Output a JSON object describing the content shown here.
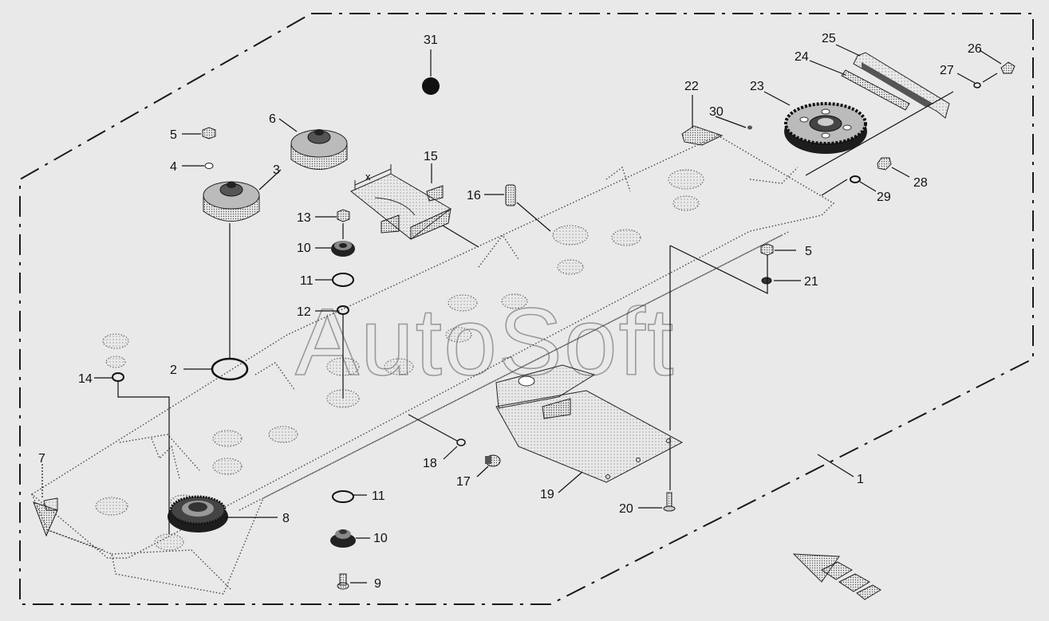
{
  "watermark": "AutoSoft",
  "callouts": [
    {
      "id": "c1",
      "label": "1"
    },
    {
      "id": "c2",
      "label": "2"
    },
    {
      "id": "c3",
      "label": "3"
    },
    {
      "id": "c4",
      "label": "4"
    },
    {
      "id": "c5a",
      "label": "5"
    },
    {
      "id": "c5b",
      "label": "5"
    },
    {
      "id": "c6",
      "label": "6"
    },
    {
      "id": "c7",
      "label": "7"
    },
    {
      "id": "c8",
      "label": "8"
    },
    {
      "id": "c9",
      "label": "9"
    },
    {
      "id": "c10a",
      "label": "10"
    },
    {
      "id": "c10b",
      "label": "10"
    },
    {
      "id": "c11a",
      "label": "11"
    },
    {
      "id": "c11b",
      "label": "11"
    },
    {
      "id": "c12",
      "label": "12"
    },
    {
      "id": "c13",
      "label": "13"
    },
    {
      "id": "c14",
      "label": "14"
    },
    {
      "id": "c15",
      "label": "15"
    },
    {
      "id": "c16",
      "label": "16"
    },
    {
      "id": "c17",
      "label": "17"
    },
    {
      "id": "c18",
      "label": "18"
    },
    {
      "id": "c19",
      "label": "19"
    },
    {
      "id": "c20",
      "label": "20"
    },
    {
      "id": "c21",
      "label": "21"
    },
    {
      "id": "c22",
      "label": "22"
    },
    {
      "id": "c23",
      "label": "23"
    },
    {
      "id": "c24",
      "label": "24"
    },
    {
      "id": "c25",
      "label": "25"
    },
    {
      "id": "c26",
      "label": "26"
    },
    {
      "id": "c27",
      "label": "27"
    },
    {
      "id": "c28",
      "label": "28"
    },
    {
      "id": "c29",
      "label": "29"
    },
    {
      "id": "c30",
      "label": "30"
    },
    {
      "id": "c31",
      "label": "31"
    }
  ],
  "dimension_mark": "x",
  "colors": {
    "background": "#e9e9e9",
    "line": "#1a1a1a",
    "dotted": "#444444"
  }
}
